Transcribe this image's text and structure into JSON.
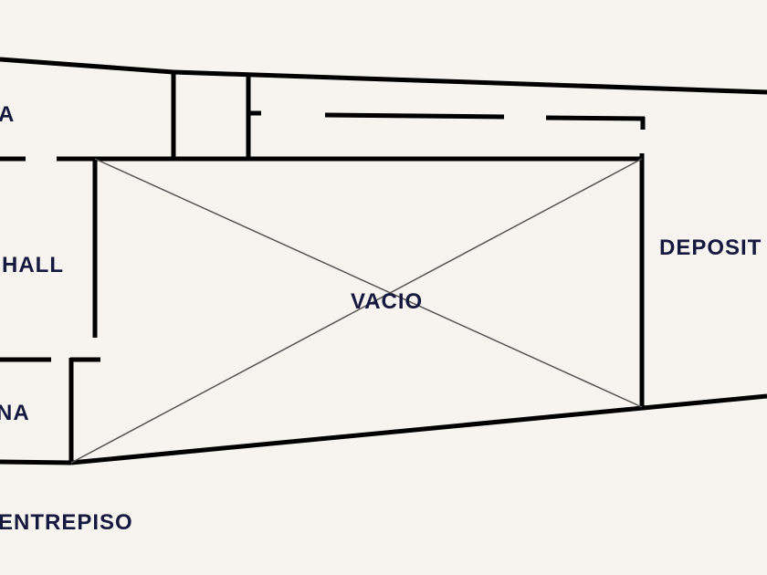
{
  "plan": {
    "background": "#f7f3ee",
    "wall_color": "#000000",
    "label_color": "#15193f",
    "rooms": {
      "a": "A",
      "hall": "HALL",
      "na": "NA",
      "vacio": "VACIO",
      "deposito": "DEPOSIT",
      "entrepiso": "ENTREPISO"
    }
  }
}
